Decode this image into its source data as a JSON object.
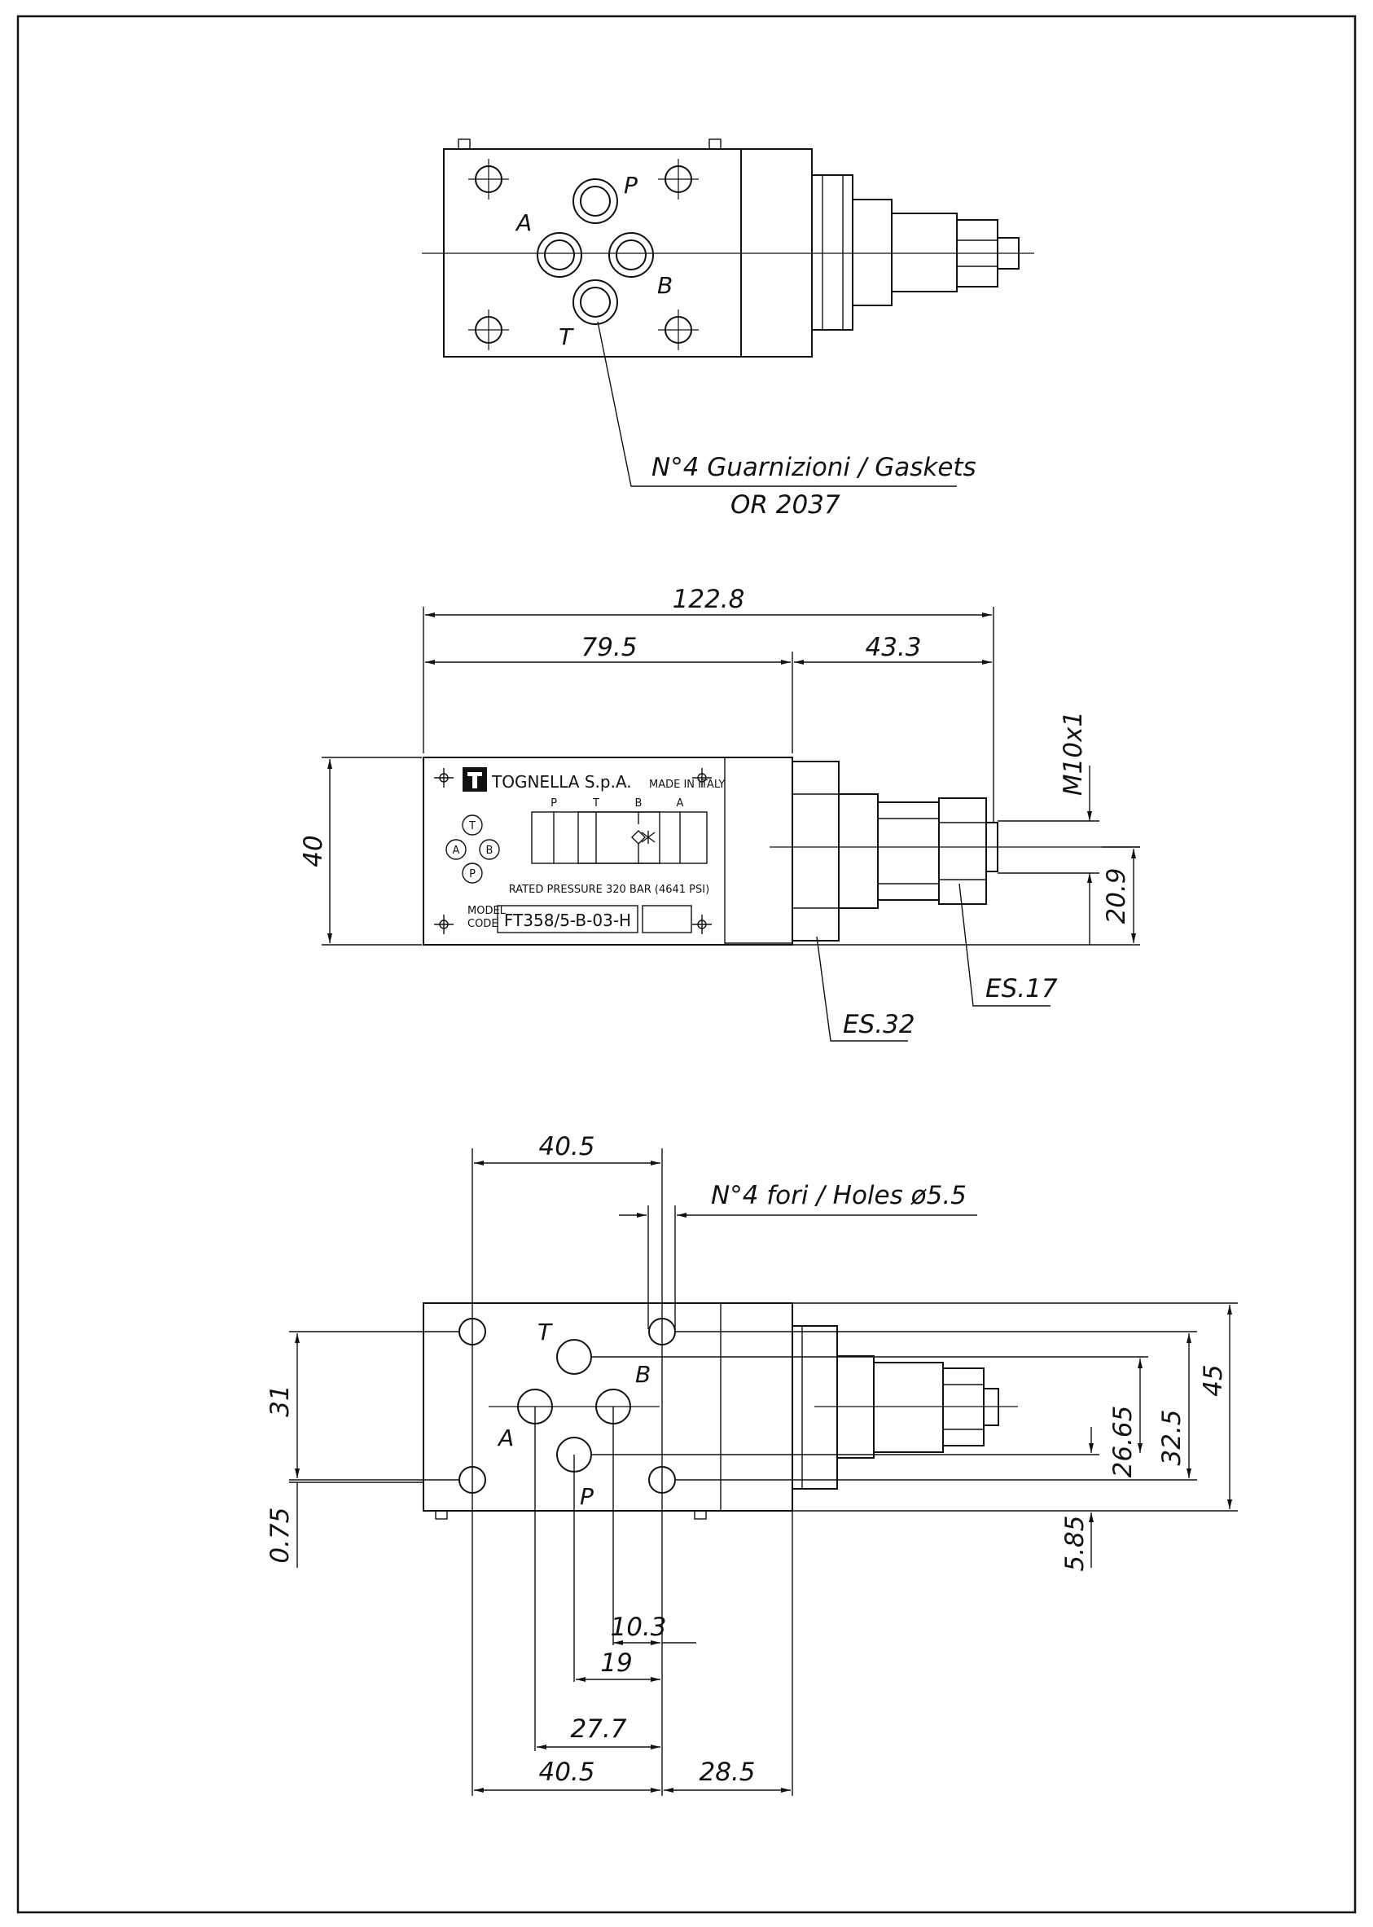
{
  "top_view": {
    "port_labels": {
      "p": "P",
      "a": "A",
      "b": "B",
      "t": "T"
    },
    "gasket_note_line1": "N°4 Guarnizioni / Gaskets",
    "gasket_note_line2": "OR 2037"
  },
  "side_view": {
    "dims": {
      "overall_length": "122.8",
      "body_length": "79.5",
      "adjuster_length": "43.3",
      "height": "40",
      "axis_height": "20.9",
      "thread": "M10x1"
    },
    "callouts": {
      "wrench_large": "ES.32",
      "wrench_small": "ES.17"
    },
    "plate": {
      "brand": "TOGNELLA S.p.A.",
      "origin": "MADE IN ITALY",
      "port_letters": [
        "P",
        "T",
        "B",
        "A"
      ],
      "circle_ports": {
        "t": "T",
        "a": "A",
        "b": "B",
        "p": "P"
      },
      "rated": "RATED PRESSURE 320 BAR (4641 PSI)",
      "model_label_1": "MODEL",
      "model_label_2": "CODE",
      "model_code": "FT358/5-B-03-H"
    }
  },
  "bottom_view": {
    "hole_note": "N°4 fori / Holes ø5.5",
    "port_labels": {
      "t": "T",
      "b": "B",
      "a": "A",
      "p": "P"
    },
    "dims": {
      "top_hole_spacing": "40.5",
      "left_31": "31",
      "left_075": "0.75",
      "right_45": "45",
      "right_325": "32.5",
      "right_2665": "26.65",
      "right_585": "5.85",
      "d_103": "10.3",
      "d_19": "19",
      "d_277": "27.7",
      "d_405": "40.5",
      "d_285": "28.5"
    }
  }
}
